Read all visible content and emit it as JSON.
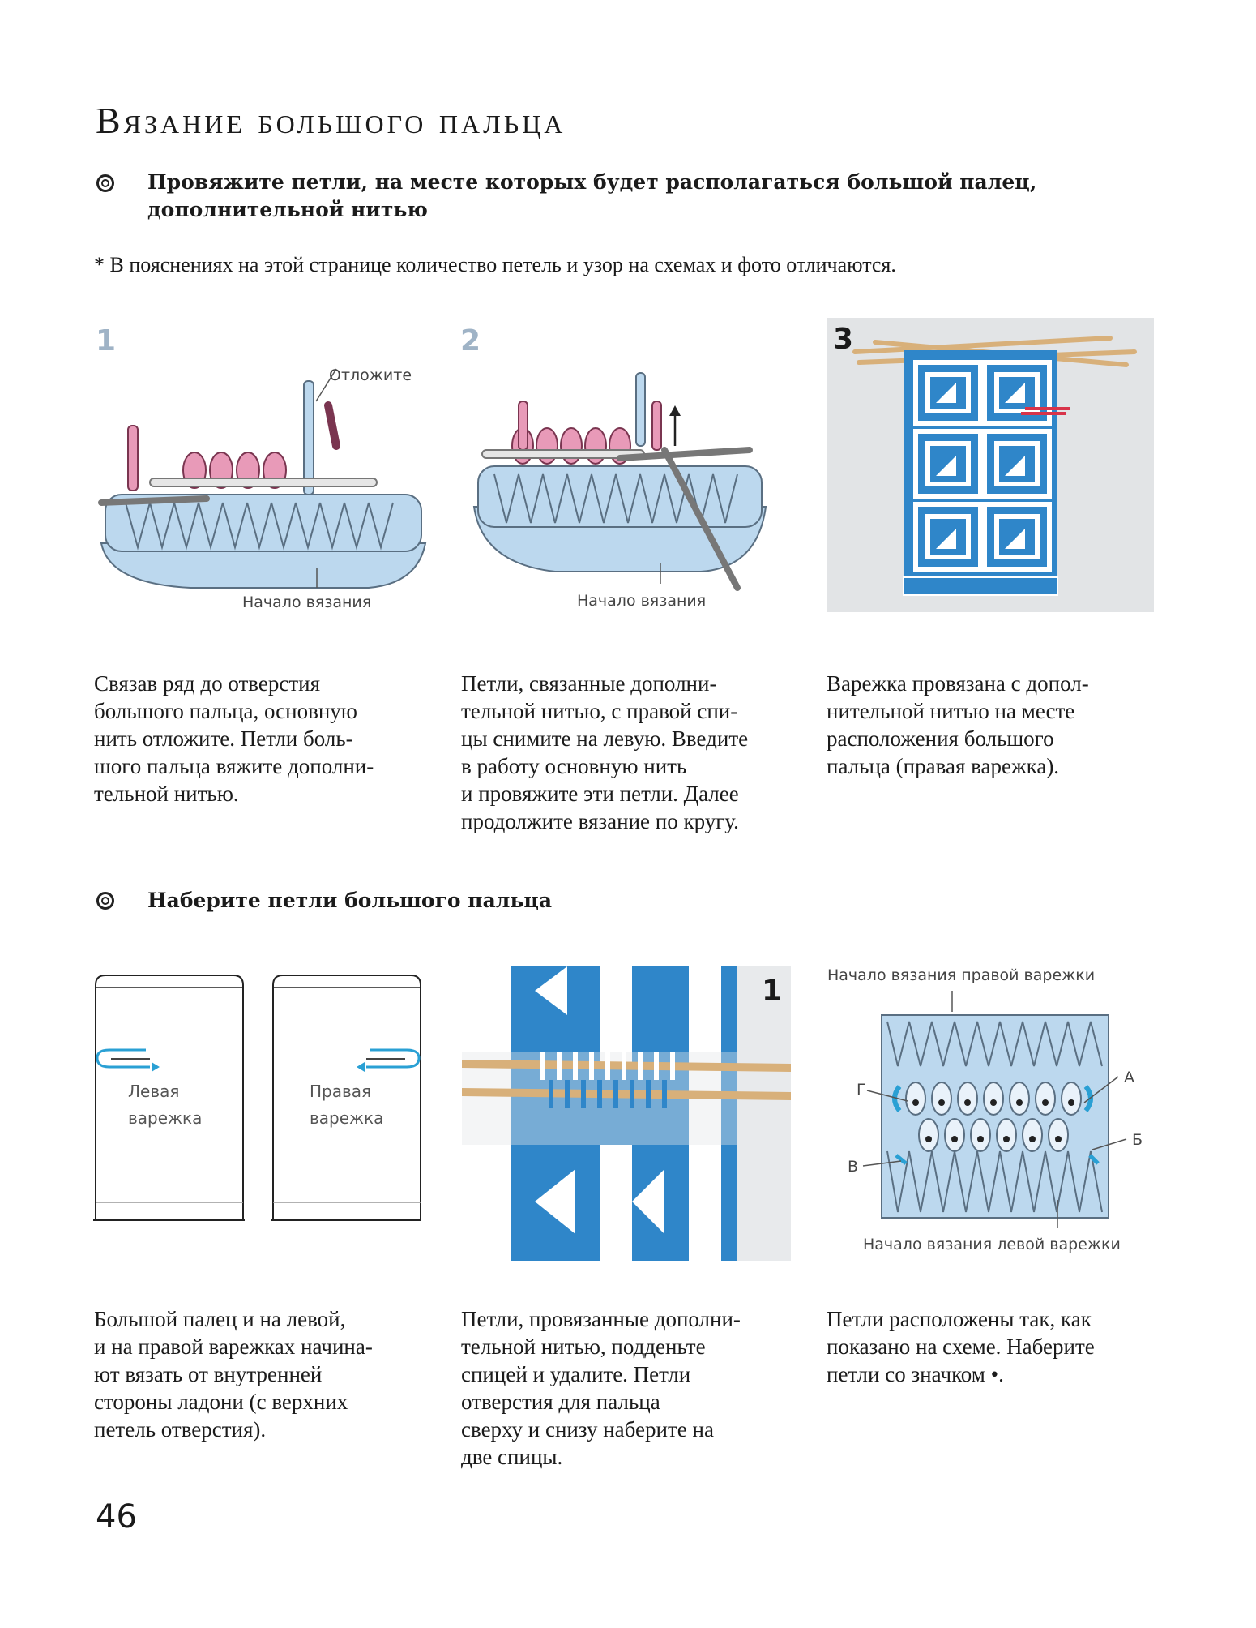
{
  "title": "Вязание большого пальца",
  "section1": {
    "heading_line1": "Провяжите петли, на месте которых будет располагаться большой палец,",
    "heading_line2": "дополнительной нитью"
  },
  "note": "* В пояснениях на этой странице количество петель и узор на схемах и фото отличаются.",
  "steps_top": [
    {
      "number": "1",
      "label_top": "Отложите",
      "label_bottom": "Начало вязания",
      "caption": "Связав ряд до отверстия\nбольшого пальца, основную\nнить отложите. Петли боль-\nшого пальца вяжите дополни-\nтельной нитью."
    },
    {
      "number": "2",
      "label_bottom": "Начало вязания",
      "caption": "Петли, связанные дополни-\nтельной нитью, с правой спи-\nцы снимите на левую. Введите\nв работу основную нить\nи провяжите эти петли. Далее\nпродолжите вязание по кругу."
    },
    {
      "number": "3",
      "caption": "Варежка провязана с допол-\nнительной нитью на месте\nрасположения большого\nпальца (правая варежка)."
    }
  ],
  "section2": {
    "heading": "Наберите петли большого пальца"
  },
  "steps_bottom": [
    {
      "left_label": "Левая\nварежка",
      "right_label": "Правая\nварежка",
      "caption": "Большой палец и на левой,\nи на правой варежках начина-\nют вязать от внутренней\nстороны ладони (с верхних\nпетель отверстия)."
    },
    {
      "number": "1",
      "caption": "Петли, провязанные дополни-\nтельной нитью, подденьте\nспицей и удалите. Петли\nотверстия для пальца\nсверху и снизу наберите на\nдве спицы."
    },
    {
      "label_top": "Начало вязания правой варежки",
      "label_bottom": "Начало вязания левой варежки",
      "point_a": "А",
      "point_b": "Б",
      "point_v": "В",
      "point_g": "Г",
      "caption": "Петли расположены так, как\nпоказано на схеме. Наберите\nпетли со значком •."
    }
  ],
  "page_number": "46",
  "colors": {
    "yarn_light": "#bcd8ee",
    "yarn_pink": "#e89ab8",
    "yarn_blue": "#2f86c9",
    "accent_blue": "#2aa0d4",
    "needle": "#d8b07a"
  }
}
